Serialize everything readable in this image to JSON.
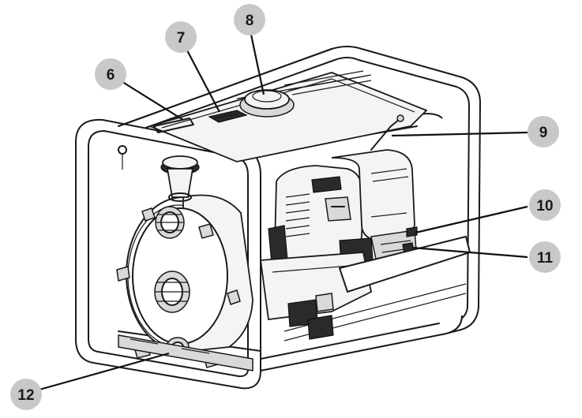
{
  "callouts": [
    {
      "id": "6",
      "label": "6"
    },
    {
      "id": "7",
      "label": "7"
    },
    {
      "id": "8",
      "label": "8"
    },
    {
      "id": "9",
      "label": "9"
    },
    {
      "id": "10",
      "label": "10"
    },
    {
      "id": "11",
      "label": "11"
    },
    {
      "id": "12",
      "label": "12"
    }
  ],
  "engine_badge_text": "",
  "colors": {
    "callout_fill": "#c8c8c8",
    "line": "#1a1a1a",
    "background": "#ffffff"
  }
}
